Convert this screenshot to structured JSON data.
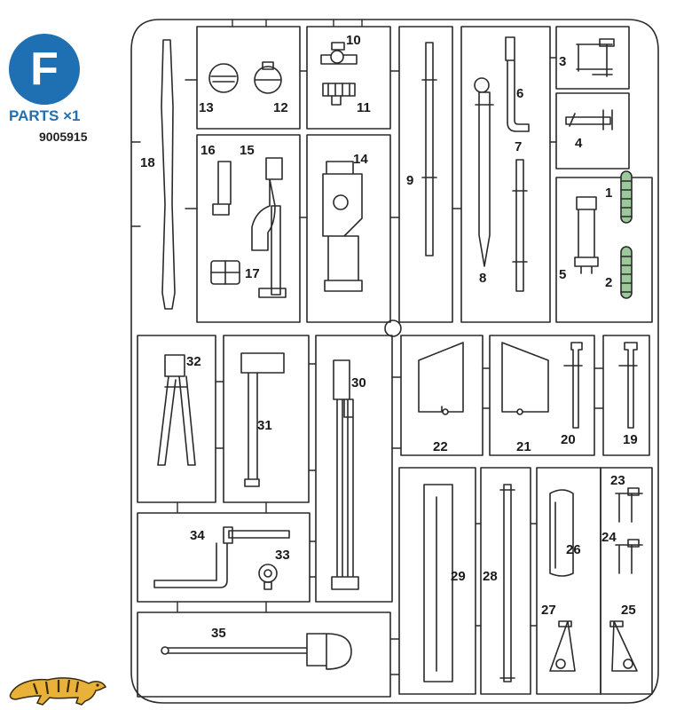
{
  "header": {
    "sprue_letter": "F",
    "parts_label": "PARTS",
    "quantity": "×1",
    "item_code": "9005915"
  },
  "colors": {
    "badge": "#1f6fb3",
    "line": "#2a2a2a",
    "part_fill": "#ffffff",
    "accent_green": "#3b8a3b"
  },
  "logo": {
    "name": "tiger-logo"
  },
  "parts": [
    {
      "n": "1",
      "label": "1"
    },
    {
      "n": "2",
      "label": "2"
    },
    {
      "n": "3",
      "label": "3"
    },
    {
      "n": "4",
      "label": "4"
    },
    {
      "n": "5",
      "label": "5"
    },
    {
      "n": "6",
      "label": "6"
    },
    {
      "n": "7",
      "label": "7"
    },
    {
      "n": "8",
      "label": "8"
    },
    {
      "n": "9",
      "label": "9"
    },
    {
      "n": "10",
      "label": "10"
    },
    {
      "n": "11",
      "label": "11"
    },
    {
      "n": "12",
      "label": "12"
    },
    {
      "n": "13",
      "label": "13"
    },
    {
      "n": "14",
      "label": "14"
    },
    {
      "n": "15",
      "label": "15"
    },
    {
      "n": "16",
      "label": "16"
    },
    {
      "n": "17",
      "label": "17"
    },
    {
      "n": "18",
      "label": "18"
    },
    {
      "n": "19",
      "label": "19"
    },
    {
      "n": "20",
      "label": "20"
    },
    {
      "n": "21",
      "label": "21"
    },
    {
      "n": "22",
      "label": "22"
    },
    {
      "n": "23",
      "label": "23"
    },
    {
      "n": "24",
      "label": "24"
    },
    {
      "n": "25",
      "label": "25"
    },
    {
      "n": "26",
      "label": "26"
    },
    {
      "n": "27",
      "label": "27"
    },
    {
      "n": "28",
      "label": "28"
    },
    {
      "n": "29",
      "label": "29"
    },
    {
      "n": "30",
      "label": "30"
    },
    {
      "n": "31",
      "label": "31"
    },
    {
      "n": "32",
      "label": "32"
    },
    {
      "n": "33",
      "label": "33"
    },
    {
      "n": "34",
      "label": "34"
    },
    {
      "n": "35",
      "label": "35"
    }
  ]
}
